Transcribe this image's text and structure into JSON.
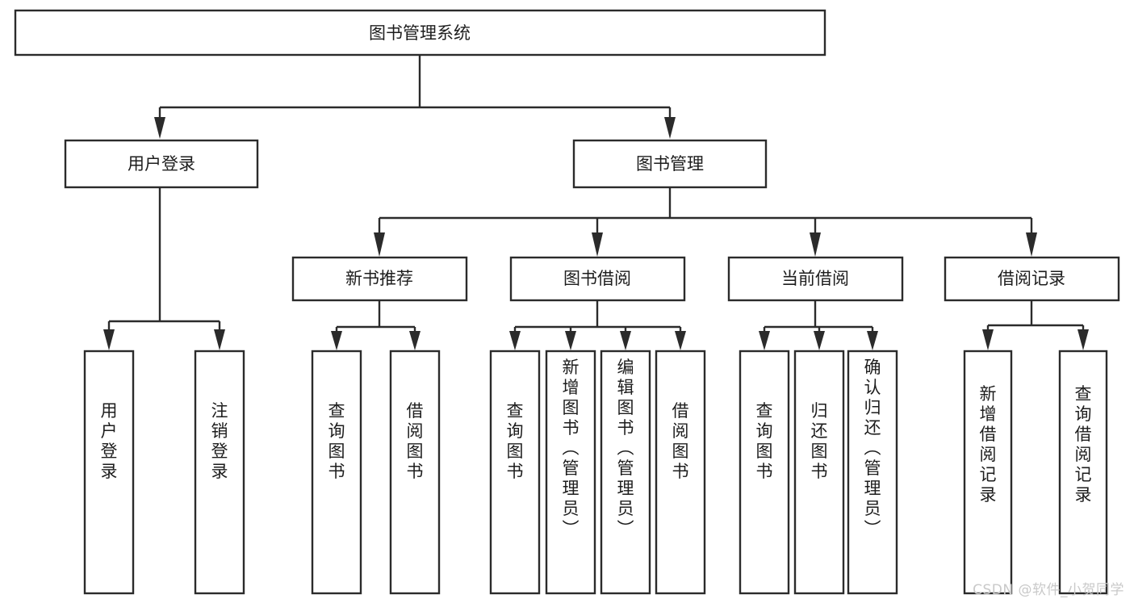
{
  "diagram": {
    "type": "tree-hierarchy-functional-decomposition",
    "title": "图书管理系统",
    "orientation": "top-down",
    "colors": {
      "stroke": "#2b2b2b",
      "fill": "#ffffff",
      "text": "#1d1d1d",
      "background": "#ffffff",
      "watermark": "#c9c9c9"
    },
    "root": {
      "label": "图书管理系统"
    },
    "level2": [
      {
        "label": "用户登录"
      },
      {
        "label": "图书管理"
      }
    ],
    "level3": [
      {
        "label": "新书推荐"
      },
      {
        "label": "图书借阅"
      },
      {
        "label": "当前借阅"
      },
      {
        "label": "借阅记录"
      }
    ],
    "leaves": {
      "user_login": [
        {
          "label": "用户登录"
        },
        {
          "label": "注销登录"
        }
      ],
      "new_book_recommend": [
        {
          "label": "查询图书"
        },
        {
          "label": "借阅图书"
        }
      ],
      "book_borrow": [
        {
          "label": "查询图书"
        },
        {
          "label": "新增图书（管理员）"
        },
        {
          "label": "编辑图书（管理员）"
        },
        {
          "label": "借阅图书"
        }
      ],
      "current_borrow": [
        {
          "label": "查询图书"
        },
        {
          "label": "归还图书"
        },
        {
          "label": "确认归还（管理员）"
        }
      ],
      "borrow_records": [
        {
          "label": "新增借阅记录"
        },
        {
          "label": "查询借阅记录"
        }
      ]
    },
    "watermark": "CSDN @软件_小贺同学"
  }
}
